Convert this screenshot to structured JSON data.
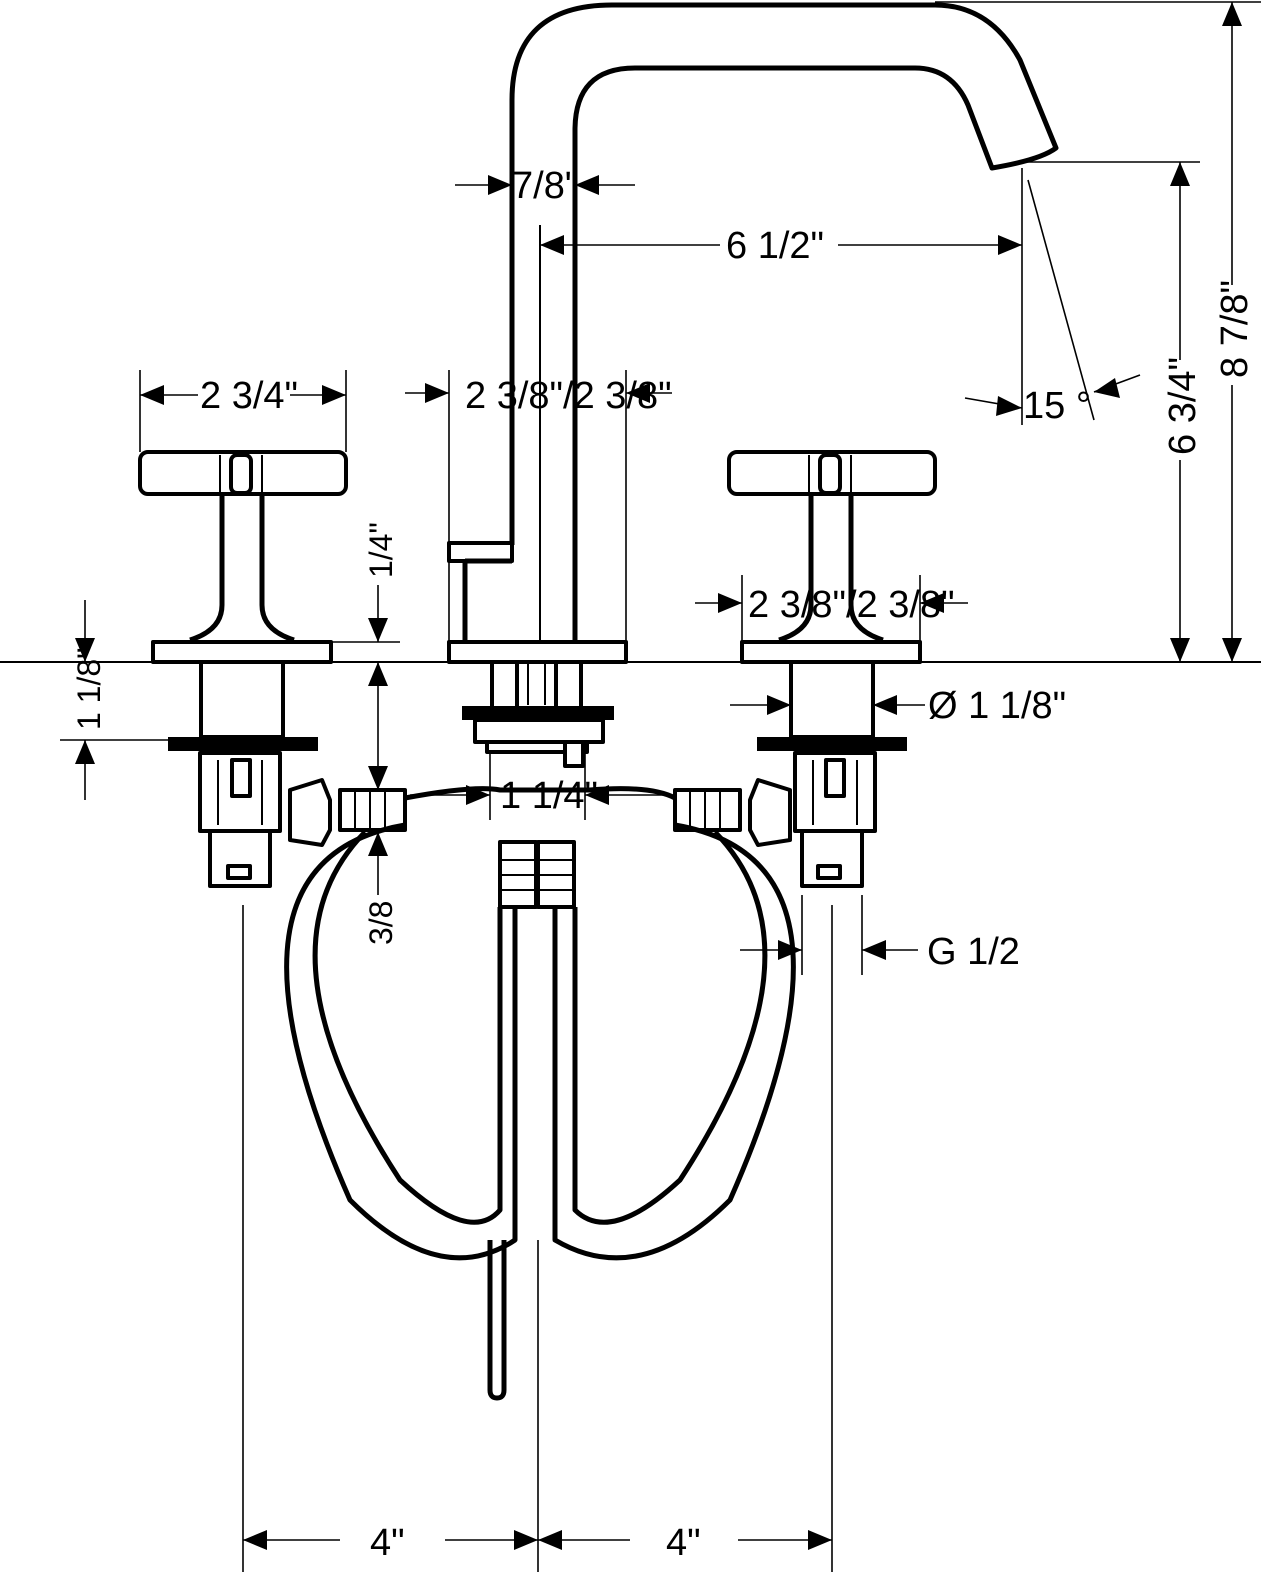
{
  "dimensions": {
    "spout_wall": "7/8\"",
    "spout_reach": "6 1/2\"",
    "handle_width": "2 3/4\"",
    "spout_base": "2 3/8\"/2 3/8\"",
    "handle_base": "2 3/8\"/2 3/8\"",
    "spout_angle": "15 °",
    "outlet_height": "6 3/4\"",
    "total_height": "8 7/8\"",
    "escutcheon_height": "1/4\"",
    "shank_height": "1 1/8\"",
    "shank_diameter": "Ø 1 1/8\"",
    "center_shank": "1 1/4\"",
    "hose": "3/8",
    "connection": "G 1/2",
    "spacing_left": "4\"",
    "spacing_right": "4\""
  },
  "icons": {
    "arrow": "dimension-arrow-icon"
  }
}
